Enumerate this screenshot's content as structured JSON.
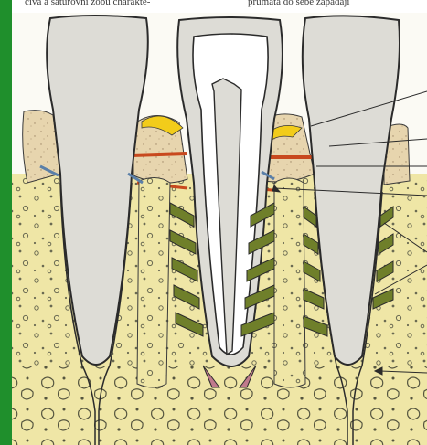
{
  "header": {
    "line_left": "čivá a satúrovní zobú charaktě-",
    "line_right": "prúmata do sebe zapadaji"
  },
  "colors": {
    "sidebar": "#1f8f2c",
    "bone_background": "#efe6a6",
    "tooth": "#dddcd6",
    "tooth_outline": "#2b2b2b",
    "gingiva": "#e7d5ae",
    "fiber_stripe": "#6f7f2a",
    "crest_line": "#c8491e",
    "enamel_highlight": "#f2cc1a",
    "apex_vessel": "#c07a8c"
  },
  "icons": [
    "tooth-left",
    "tooth-center-sectioned",
    "tooth-right",
    "periodontal-fibers",
    "alveolar-bone"
  ]
}
